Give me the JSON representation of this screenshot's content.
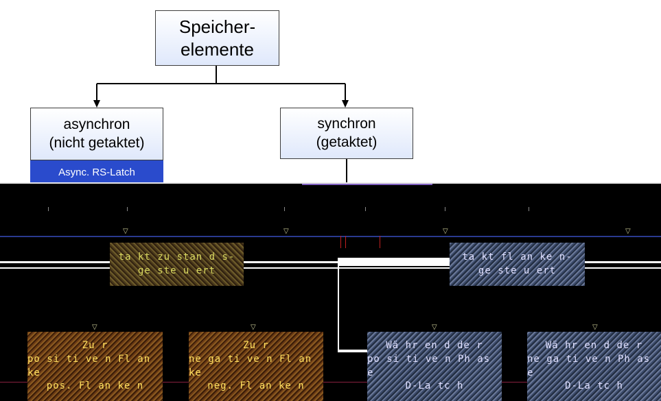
{
  "root": {
    "line1": "Speicher-",
    "line2": "elemente"
  },
  "left": {
    "line1": "asynchron",
    "line2": "(nicht getaktet)",
    "tag": "Async. RS-Latch"
  },
  "right": {
    "line1": "synchron",
    "line2": "(getaktet)"
  },
  "corrupted": {
    "mid_left": {
      "line1": "ta kt zu stan d s-",
      "line2": "ge ste u ert"
    },
    "mid_right": {
      "line1": "ta kt fl an ke n-",
      "line2": "ge ste u ert"
    },
    "bottom": [
      {
        "line1": "Zu r",
        "line2": "po si ti ve n Fl an ke",
        "line3": "pos. Fl an ke n"
      },
      {
        "line1": "Zu r",
        "line2": "ne ga ti ve n Fl an ke",
        "line3": "neg. Fl an ke n"
      },
      {
        "line1": "Wä hr en d de r",
        "line2": "po si ti ve n Ph as e",
        "line3": "D-La tc h"
      },
      {
        "line1": "Wä hr en d de r",
        "line2": "ne ga ti ve n Ph as e",
        "line3": "D-La tc h"
      }
    ]
  },
  "colors": {
    "box_border": "#3c3c3c",
    "box_fill_bottom": "#dfe8fb",
    "tag_blue": "#2a4bcc",
    "connector": "#000000"
  }
}
